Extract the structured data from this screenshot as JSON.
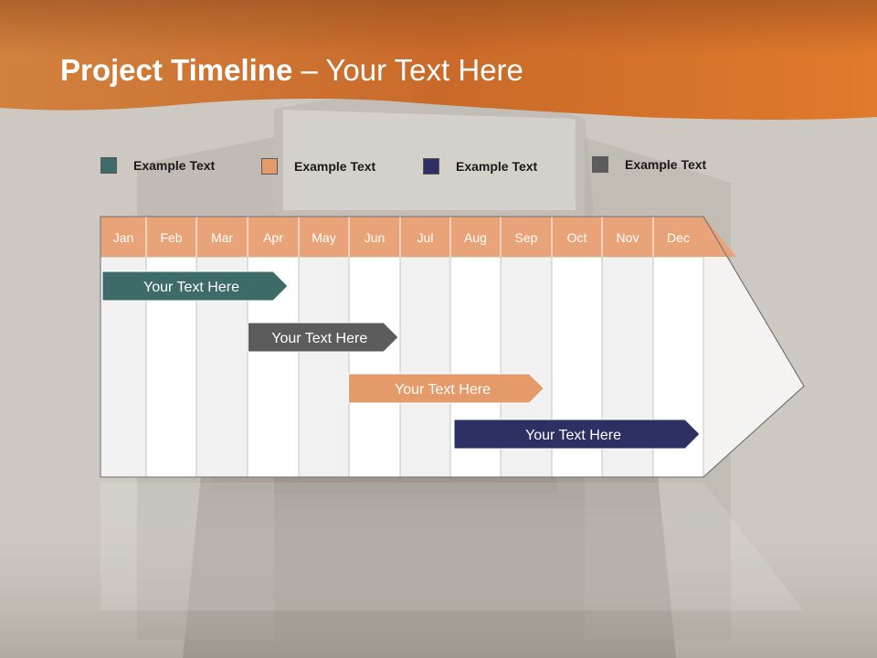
{
  "title": {
    "bold": "Project Timeline",
    "rest": " – Your Text Here"
  },
  "legend": [
    {
      "label": "Example Text",
      "color": "#3d6b67"
    },
    {
      "label": "Example Text",
      "color": "#e59a6a"
    },
    {
      "label": "Example Text",
      "color": "#2e2f63"
    },
    {
      "label": "Example Text",
      "color": "#5c5c5c"
    }
  ],
  "months": [
    "Jan",
    "Feb",
    "Mar",
    "Apr",
    "May",
    "Jun",
    "Jul",
    "Aug",
    "Sep",
    "Oct",
    "Nov",
    "Dec"
  ],
  "tasks": [
    {
      "label": "Your  Text Here",
      "start_month": 1.0,
      "end_month": 3.8,
      "color": "#3d6b67"
    },
    {
      "label": "Your  Text Here",
      "start_month": 3.9,
      "end_month": 6.0,
      "color": "#5c5c5c"
    },
    {
      "label": "Your  Text Here",
      "start_month": 5.9,
      "end_month": 8.9,
      "color": "#e59a6a"
    },
    {
      "label": "Your  Text Here",
      "start_month": 8.0,
      "end_month": 12.0,
      "color": "#2e2f63"
    }
  ],
  "colors": {
    "header": "#f08a4b",
    "month_fill": "#e8a378",
    "accent_orange": "#e87a2e"
  }
}
